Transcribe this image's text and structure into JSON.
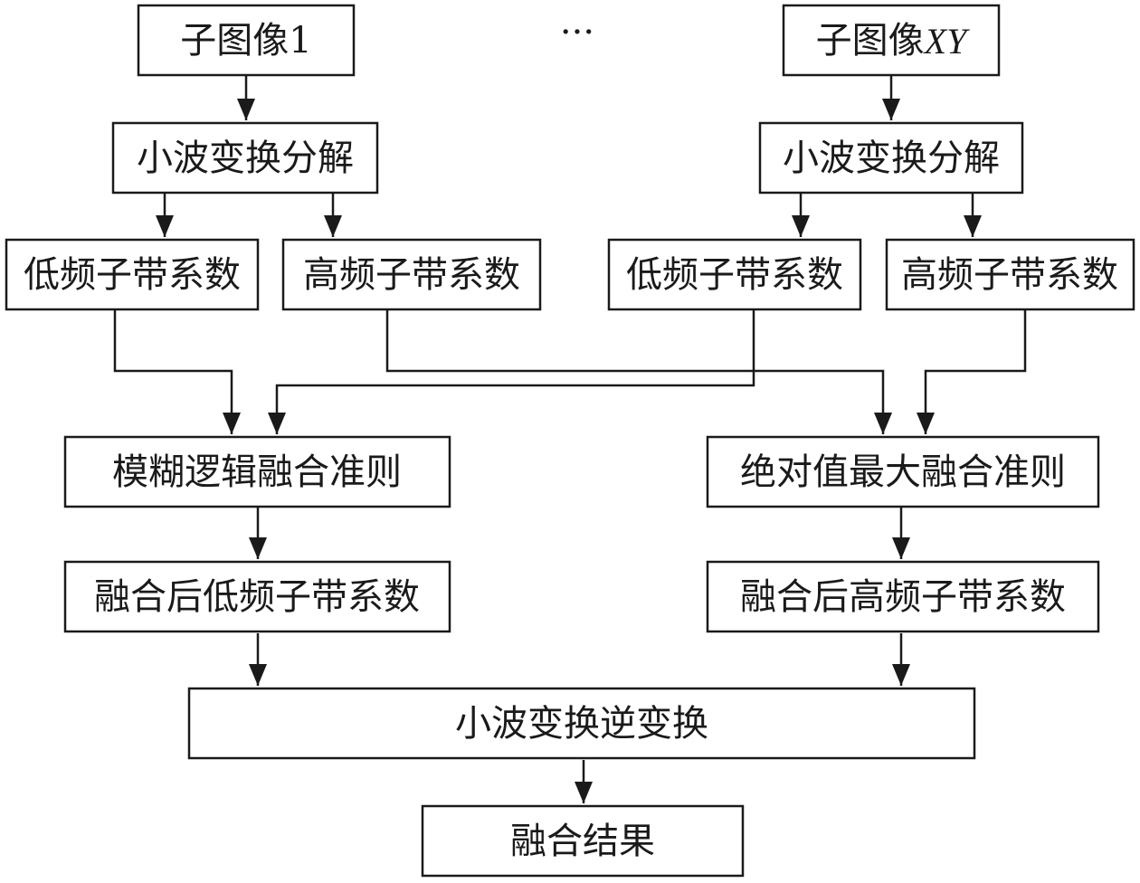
{
  "nodes": {
    "sub_image_1": "子图像1",
    "ellipsis": "···",
    "sub_image_xy_prefix": "子图像",
    "sub_image_xy_var": "XY",
    "dwt_left": "小波变换分解",
    "dwt_right": "小波变换分解",
    "low_left": "低频子带系数",
    "high_left": "高频子带系数",
    "low_right": "低频子带系数",
    "high_right": "高频子带系数",
    "fuzzy_rule": "模糊逻辑融合准则",
    "absmax_rule": "绝对值最大融合准则",
    "fused_low": "融合后低频子带系数",
    "fused_high": "融合后高频子带系数",
    "idwt": "小波变换逆变换",
    "result": "融合结果"
  }
}
